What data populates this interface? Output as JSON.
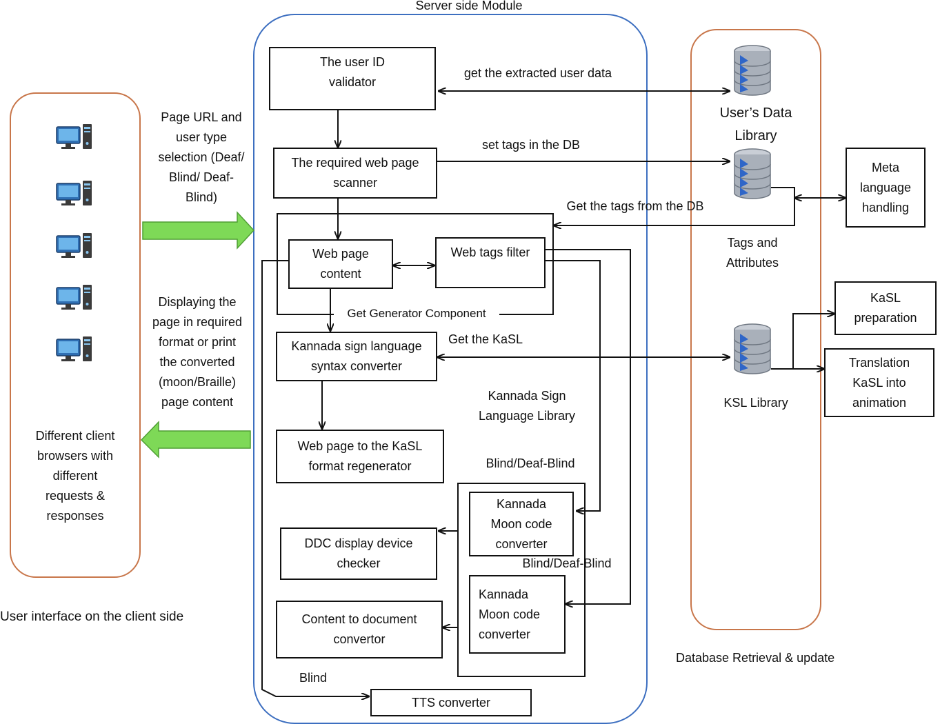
{
  "panels": {
    "client_caption": "User interface on the client side",
    "server_caption": "Server side Module",
    "db_caption": "Database Retrieval & update"
  },
  "client": {
    "description": "Different client\nbrowsers with\ndifferent\nrequests &\nresponses",
    "request_label": "Page URL and\nuser type\nselection (Deaf/\nBlind/ Deaf-\nBlind)",
    "response_label": "Displaying the\npage in required\nformat or print\nthe converted\n(moon/Braille)\npage content",
    "computer_icon": "desktop-computer-icon",
    "arrow_color": "#7ed957"
  },
  "server": {
    "user_id_validator": "The user ID\nvalidator",
    "page_scanner": "The required web page\nscanner",
    "web_page_content": "Web page\ncontent",
    "web_tags_filter": "Web tags filter",
    "generator_component": "Get Generator Component",
    "kasl_syntax_converter": "Kannada sign language\nsyntax converter",
    "kasl_regenerator": "Web page to the KaSL\nformat regenerator",
    "ddc_checker": "DDC display device\nchecker",
    "content_to_document": "Content to document\nconvertor",
    "moon_converter_1": "Kannada\nMoon code\nconverter",
    "moon_converter_2": "Kannada\nMoon code\nconverter",
    "tts_converter": "TTS converter",
    "kasl_library_label": "Kannada Sign\nLanguage Library",
    "blind_deaf_blind_1": "Blind/Deaf-Blind",
    "blind_deaf_blind_2": "Blind/Deaf-Blind",
    "blind": "Blind"
  },
  "connections": {
    "get_user_data": "get the extracted user data",
    "set_tags": "set tags in the DB",
    "get_tags": "Get the tags from the DB",
    "get_kasl": "Get the KaSL"
  },
  "database": {
    "users_library": "User’s Data\nLibrary",
    "tags_attributes": "Tags and\nAttributes",
    "ksl_library": "KSL Library",
    "meta_language": "Meta\nlanguage\nhandling",
    "kasl_preparation": "KaSL\npreparation",
    "translation_animation": "Translation\nKaSL into\nanimation",
    "database_icon": "database-cylinder-icon"
  }
}
